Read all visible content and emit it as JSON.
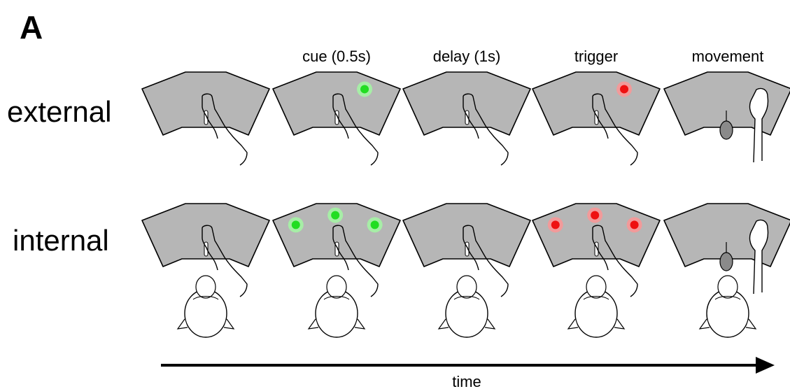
{
  "panel_label": "A",
  "columns": [
    {
      "label": "",
      "type": "rest"
    },
    {
      "label": "cue (0.5s)",
      "type": "cue"
    },
    {
      "label": "delay (1s)",
      "type": "delay"
    },
    {
      "label": "trigger",
      "type": "trigger"
    },
    {
      "label": "movement",
      "type": "movement"
    }
  ],
  "rows": [
    {
      "label": "external",
      "head": false,
      "targets": {
        "cue": [
          [
            0.72,
            0.28
          ]
        ],
        "trigger": [
          [
            0.72,
            0.28
          ]
        ]
      }
    },
    {
      "label": "internal",
      "head": true,
      "targets": {
        "cue": [
          [
            0.18,
            0.34
          ],
          [
            0.49,
            0.2
          ],
          [
            0.8,
            0.34
          ]
        ],
        "trigger": [
          [
            0.18,
            0.34
          ],
          [
            0.49,
            0.2
          ],
          [
            0.8,
            0.34
          ]
        ]
      }
    }
  ],
  "time_label": "time",
  "colors": {
    "panel": "#b6b6b6",
    "cue": "#22dd22",
    "cue_halo": "#a6eea6",
    "trigger": "#ee1111",
    "trigger_halo": "#f29a9a",
    "handle": "#8a8a8a",
    "outline": "#000000"
  }
}
